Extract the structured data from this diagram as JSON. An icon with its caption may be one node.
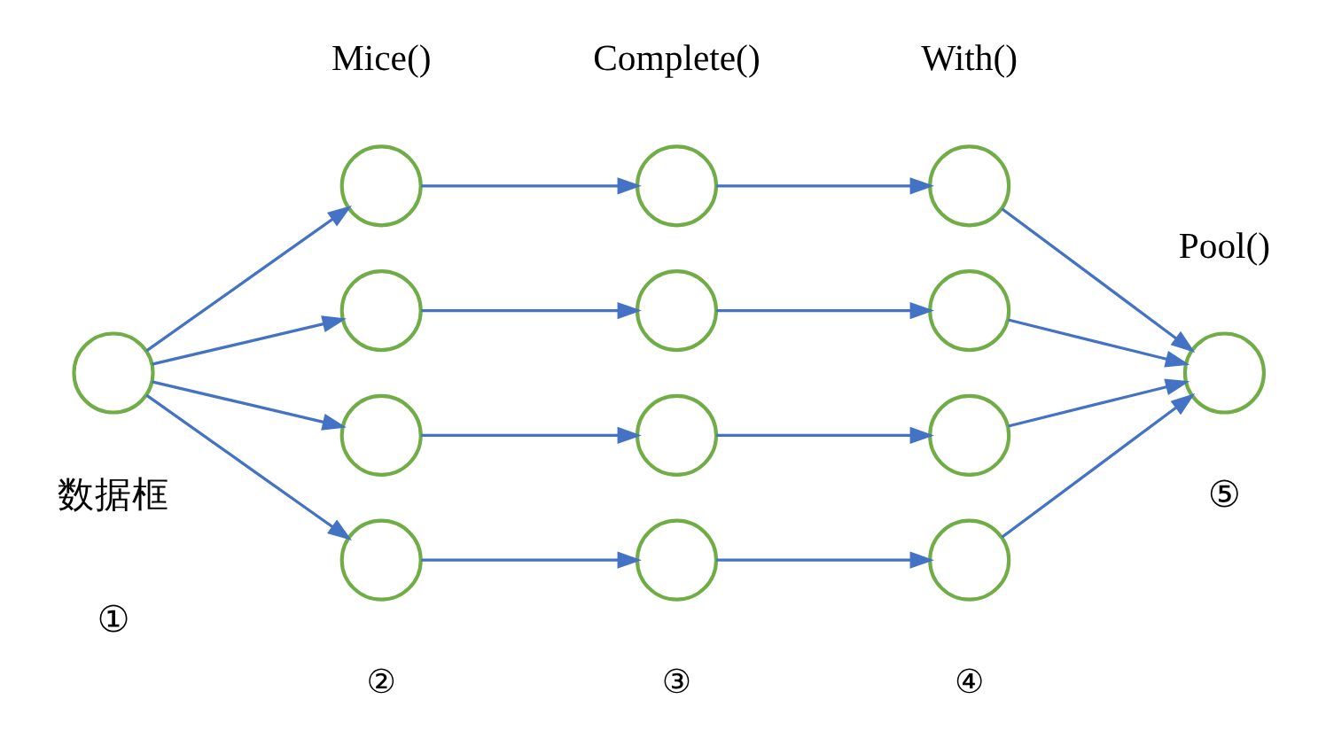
{
  "diagram": {
    "nodes": [
      {
        "text": [],
        "shape": "circle",
        "beside": [
          "数据框",
          "①"
        ]
      },
      {
        "text": [],
        "shape": "circle"
      },
      {
        "text": [],
        "shape": "circle"
      },
      {
        "text": [],
        "shape": "circle"
      },
      {
        "text": [],
        "shape": "circle"
      },
      {
        "text": [],
        "shape": "circle"
      },
      {
        "text": [],
        "shape": "circle"
      },
      {
        "text": [],
        "shape": "circle"
      },
      {
        "text": [],
        "shape": "circle"
      },
      {
        "text": [],
        "shape": "circle"
      },
      {
        "text": [],
        "shape": "circle"
      },
      {
        "text": [],
        "shape": "circle"
      },
      {
        "text": [],
        "shape": "circle"
      },
      {
        "text": [],
        "shape": "circle",
        "beside": [
          "Pool()",
          "⑤"
        ]
      }
    ],
    "edges": [
      {
        "from": 0,
        "to": 1,
        "arrow": "to"
      },
      {
        "from": 0,
        "to": 2,
        "arrow": "to"
      },
      {
        "from": 0,
        "to": 3,
        "arrow": "to"
      },
      {
        "from": 0,
        "to": 4,
        "arrow": "to"
      },
      {
        "from": 1,
        "to": 5,
        "arrow": "to"
      },
      {
        "from": 2,
        "to": 6,
        "arrow": "to"
      },
      {
        "from": 3,
        "to": 7,
        "arrow": "to"
      },
      {
        "from": 4,
        "to": 8,
        "arrow": "to"
      },
      {
        "from": 5,
        "to": 9,
        "arrow": "to"
      },
      {
        "from": 6,
        "to": 10,
        "arrow": "to"
      },
      {
        "from": 7,
        "to": 11,
        "arrow": "to"
      },
      {
        "from": 8,
        "to": 12,
        "arrow": "to"
      },
      {
        "from": 9,
        "to": 13,
        "arrow": "to"
      },
      {
        "from": 10,
        "to": 13,
        "arrow": "to"
      },
      {
        "from": 11,
        "to": 13,
        "arrow": "to"
      },
      {
        "from": 12,
        "to": 13,
        "arrow": "to"
      }
    ],
    "labels": [
      "Mice()",
      "Complete()",
      "With()",
      "②",
      "③",
      "④"
    ]
  }
}
